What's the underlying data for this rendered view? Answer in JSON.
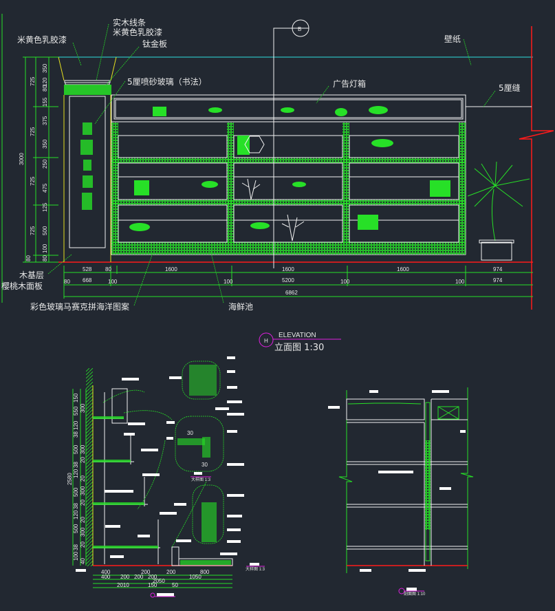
{
  "elevation": {
    "labels": {
      "latex_paint_left": "米黄色乳胶漆",
      "wood_strip": "实木线条",
      "latex_paint_top": "米黄色乳胶漆",
      "titanium_panel": "钛金板",
      "sandblast_glass": "5厘喷砂玻璃（书法）",
      "lightbox": "广告灯箱",
      "wallpaper": "壁纸",
      "gap": "5厘缝",
      "wood_base": "木基层",
      "cherry_panel": "樱桃木面板",
      "mosaic": "彩色玻璃马赛克拼海洋图案",
      "seafood_pool": "海鲜池"
    },
    "section_marker": "B",
    "vertical_dims": {
      "outer": [
        "3000"
      ],
      "middle": [
        "725",
        "725",
        "725",
        "725",
        "80"
      ],
      "inner": [
        "350",
        "120",
        "80",
        "155",
        "375",
        "350",
        "250",
        "475",
        "125",
        "500",
        "100",
        "80"
      ]
    },
    "horizontal_dims": {
      "row1": [
        "528",
        "80",
        "1600",
        "1600",
        "1600",
        "974"
      ],
      "row2": [
        "80",
        "668",
        "100",
        "100",
        "5200",
        "100",
        "100",
        "974"
      ],
      "total": "6862"
    },
    "title": {
      "marker": "H",
      "english": "ELEVATION",
      "chinese": "立面图 1:30"
    }
  },
  "detail_left": {
    "vertical_total": "2580",
    "vertical_dims": [
      "150",
      "550",
      "300",
      "120",
      "38",
      "500",
      "300",
      "20",
      "38",
      "120",
      "20",
      "500",
      "300",
      "20",
      "38",
      "120",
      "20",
      "500",
      "300",
      "20",
      "38",
      "100",
      "40"
    ],
    "dims_row1": [
      "400",
      "200",
      "200",
      "800"
    ],
    "dims_row2": [
      "400",
      "200",
      "200",
      "200",
      "1050"
    ],
    "dims_row3": [
      "2050"
    ],
    "dims_row4": [
      "2010",
      "150",
      "50"
    ],
    "detail_dims": [
      "30",
      "30"
    ],
    "callout_a": "大样图 1:3",
    "callout_b": "大样图 1:3"
  },
  "detail_right": {
    "caption": "剖面图 1:10"
  }
}
